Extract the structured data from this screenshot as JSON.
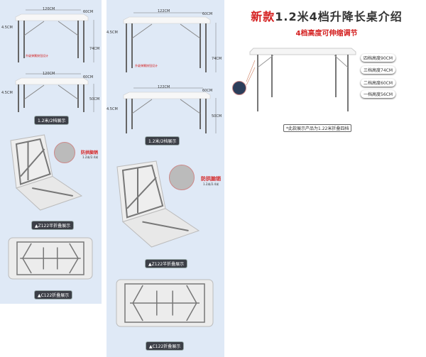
{
  "right": {
    "title_red": "新款",
    "title_rest": "1.2米4档升降长桌介绍",
    "subtitle": "4档高度可伸缩调节",
    "heights": [
      "四档高度90CM",
      "三档高度74CM",
      "二档高度60CM",
      "一档高度56CM"
    ],
    "footnote": "*此款展示产品为1.22米折叠四档"
  },
  "left": {
    "t1": {
      "width": "120CM",
      "depth": "60CM",
      "thick": "4.5CM",
      "height": "74CM",
      "note": "升级弹簧按钮设计"
    },
    "t2": {
      "width": "120CM",
      "depth": "60CM",
      "thick": "4.5CM",
      "height": "50CM"
    },
    "label1": "1.2米/2档展示",
    "lock": "防拱脑销",
    "lock_sub": "1.2米/2.4米",
    "label2": "▲Z122半折叠展示",
    "label3": "▲C122折叠展示"
  },
  "middle": {
    "t1": {
      "width": "122CM",
      "depth": "60CM",
      "thick": "4.5CM",
      "height": "74CM",
      "note": "升级弹簧按钮设计"
    },
    "t2": {
      "width": "122CM",
      "depth": "60CM",
      "thick": "4.5CM",
      "height": "50CM"
    },
    "label1": "1.2米/2档展示",
    "lock": "防拱脑销",
    "lock_sub": "1.2米/2.4米",
    "label2": "▲Z122半折叠展示",
    "label3": "▲C122折叠展示"
  },
  "colors": {
    "panel": "#dfe9f6",
    "accent": "#d42020",
    "pill": "#3c3f47"
  }
}
